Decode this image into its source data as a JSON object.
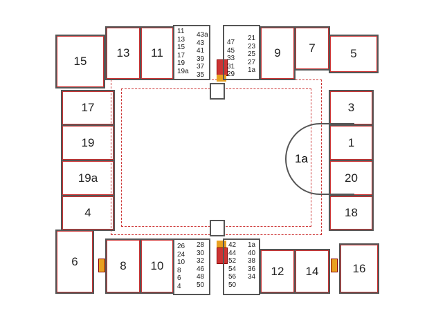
{
  "rooms": {
    "r15": "15",
    "r13": "13",
    "r11": "11",
    "r9": "9",
    "r7": "7",
    "r5": "5",
    "r17": "17",
    "r19": "19",
    "r19a": "19a",
    "r4": "4",
    "r6": "6",
    "r8": "8",
    "r10": "10",
    "r12": "12",
    "r14": "14",
    "r16": "16",
    "r3": "3",
    "r1": "1",
    "r20": "20",
    "r18": "18",
    "r1a": "1a"
  },
  "lockers": {
    "top_left_a": [
      "11",
      "13",
      "15",
      "17",
      "19",
      "19a"
    ],
    "top_left_b": [
      "43a",
      "43",
      "41",
      "39",
      "37",
      "35"
    ],
    "top_right_a": [
      "47",
      "45",
      "33",
      "31",
      "29"
    ],
    "top_right_b": [
      "21",
      "23",
      "25",
      "27",
      "1a"
    ],
    "bottom_left_a": [
      "26",
      "24",
      "10",
      "8",
      "6",
      "4"
    ],
    "bottom_left_b": [
      "28",
      "30",
      "32",
      "46",
      "48",
      "50"
    ],
    "bottom_right_a": [
      "42",
      "44",
      "52",
      "54",
      "56",
      "50"
    ],
    "bottom_right_b": [
      "1a",
      "40",
      "38",
      "36",
      "34"
    ]
  }
}
